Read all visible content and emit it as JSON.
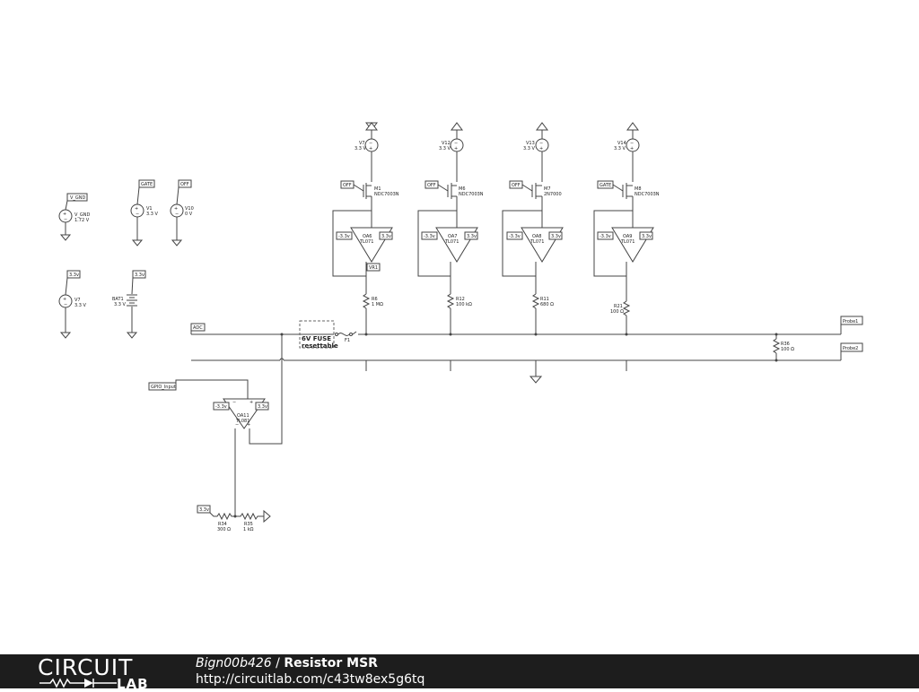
{
  "schematic": {
    "supplies": [
      {
        "tag": "V_GND",
        "name": "V_GND",
        "value": "1.72 V"
      },
      {
        "tag": "GATE",
        "name": "V1",
        "value": "3.3 V"
      },
      {
        "tag": "OFF",
        "name": "V10",
        "value": "0 V"
      },
      {
        "tag": "3.3v",
        "name": "V7",
        "value": "3.3 V"
      },
      {
        "tag": "3.3v",
        "name": "BAT1",
        "value": "3.3 V"
      }
    ],
    "channels": [
      {
        "src": "V7",
        "src_val": "3.3 V",
        "gate_tag": "OFF",
        "fet": "M1",
        "fet_part": "NDC7003N",
        "opamp": "OA6",
        "opamp_part": "TL071",
        "neg": "-3.3v",
        "pos": "3.3v",
        "node": "VR1",
        "res": "R6",
        "res_val": "1 MΩ"
      },
      {
        "src": "V12",
        "src_val": "3.3 V",
        "gate_tag": "OFF",
        "fet": "M6",
        "fet_part": "NDC7003N",
        "opamp": "OA7",
        "opamp_part": "TL071",
        "neg": "-3.3v",
        "pos": "3.3v",
        "node": "",
        "res": "R12",
        "res_val": "100 kΩ"
      },
      {
        "src": "V13",
        "src_val": "3.3 V",
        "gate_tag": "OFF",
        "fet": "M7",
        "fet_part": "2N7000",
        "opamp": "OA8",
        "opamp_part": "TL071",
        "neg": "-3.3v",
        "pos": "3.3v",
        "node": "",
        "res": "R11",
        "res_val": "680 Ω"
      },
      {
        "src": "V14",
        "src_val": "3.3 V",
        "gate_tag": "GATE",
        "fet": "M8",
        "fet_part": "NDC7003N",
        "opamp": "OA9",
        "opamp_part": "TL071",
        "neg": "-3.3v",
        "pos": "3.3v",
        "node": "",
        "res": "R21",
        "res_val": "100 Ω"
      }
    ],
    "adc_tag": "ADC",
    "fuse": {
      "note_line1": "6V FUSE",
      "note_line2": "resettable",
      "name": "F1"
    },
    "r36": {
      "name": "R36",
      "value": "100 Ω"
    },
    "probe1": "Probe1",
    "probe2": "Probe2",
    "gpio_tag": "GPIO_Input",
    "oa11": {
      "name": "OA11",
      "part": "TL081",
      "neg": "-3.3v",
      "pos": "3.3v"
    },
    "r34": {
      "tag": "3.3v",
      "name": "R34",
      "value": "300 Ω"
    },
    "r35": {
      "name": "R35",
      "value": "1 kΩ"
    }
  },
  "footer": {
    "logo_top": "CIRCUIT",
    "logo_bottom": "LAB",
    "author": "Bign00b426",
    "separator": " / ",
    "title": "Resistor MSR",
    "url": "http://circuitlab.com/c43tw8ex5g6tq"
  }
}
